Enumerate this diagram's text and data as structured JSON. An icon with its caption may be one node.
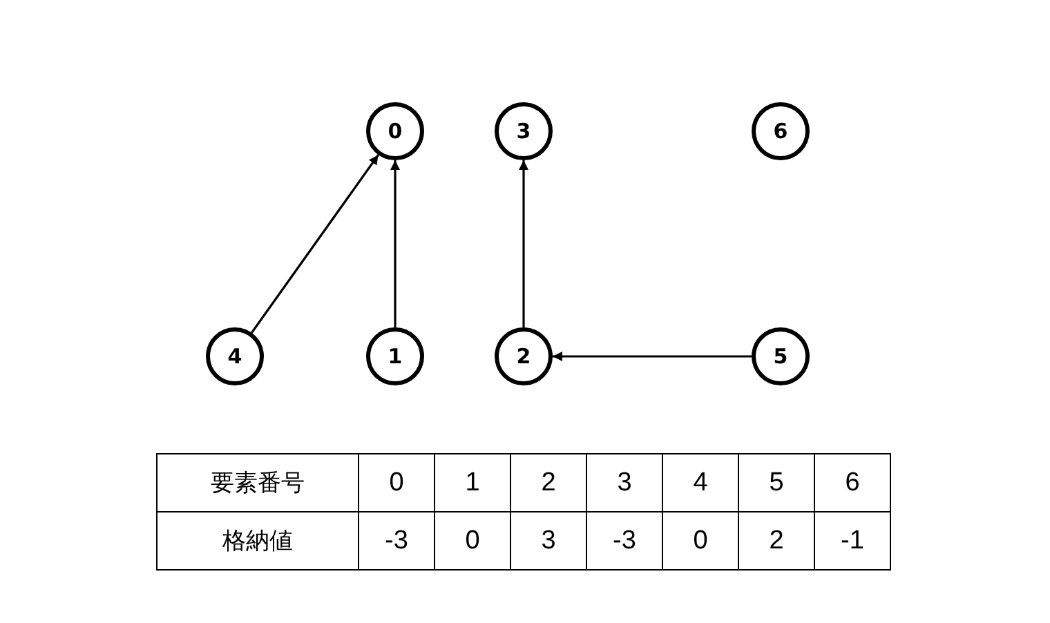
{
  "diagram": {
    "nodes": [
      {
        "text": [
          "0"
        ]
      },
      {
        "text": [
          "3"
        ]
      },
      {
        "text": [
          "6"
        ]
      },
      {
        "text": [
          "4"
        ]
      },
      {
        "text": [
          "1"
        ]
      },
      {
        "text": [
          "2"
        ]
      },
      {
        "text": [
          "5"
        ]
      }
    ],
    "edges": [
      {
        "from": 3,
        "to": 0,
        "arrow": "to"
      },
      {
        "from": 4,
        "to": 0,
        "arrow": "to"
      },
      {
        "from": 5,
        "to": 1,
        "arrow": "to"
      },
      {
        "from": 6,
        "to": 5,
        "arrow": "to"
      }
    ],
    "labels": [
      "要素番号",
      "0",
      "1",
      "2",
      "3",
      "4",
      "5",
      "6",
      "格納値",
      "-3",
      "0",
      "3",
      "-3",
      "0",
      "2",
      "-1"
    ]
  }
}
